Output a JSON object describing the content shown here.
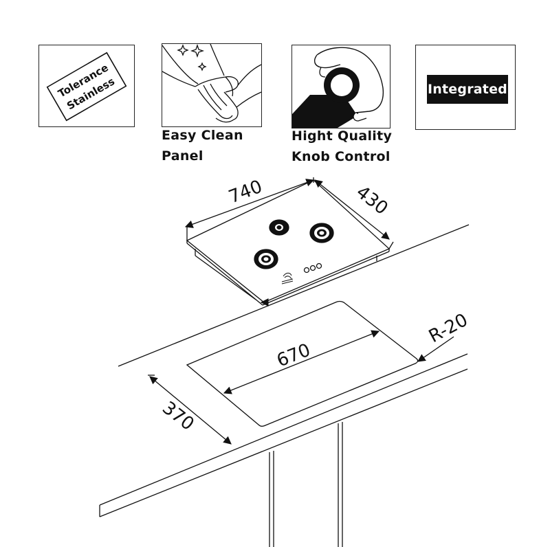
{
  "features": [
    {
      "id": "tolerance",
      "lines": [
        "Tolerance",
        "Stainless"
      ],
      "icon": "stamp-icon"
    },
    {
      "id": "easy-clean",
      "lines": [
        "Easy Clean",
        "Panel"
      ],
      "icon": "hands-washing-icon"
    },
    {
      "id": "knob",
      "lines": [
        "Hight Quality",
        "Knob Control"
      ],
      "icon": "hand-knob-icon"
    },
    {
      "id": "integrated",
      "label": "Integrated",
      "icon": "integrated-badge"
    }
  ],
  "dimensions": {
    "width": "740",
    "depth": "430",
    "cutout_width": "670",
    "cutout_depth": "370",
    "corner_radius": "R-20"
  },
  "colors": {
    "ink": "#111111",
    "paper": "#ffffff"
  }
}
